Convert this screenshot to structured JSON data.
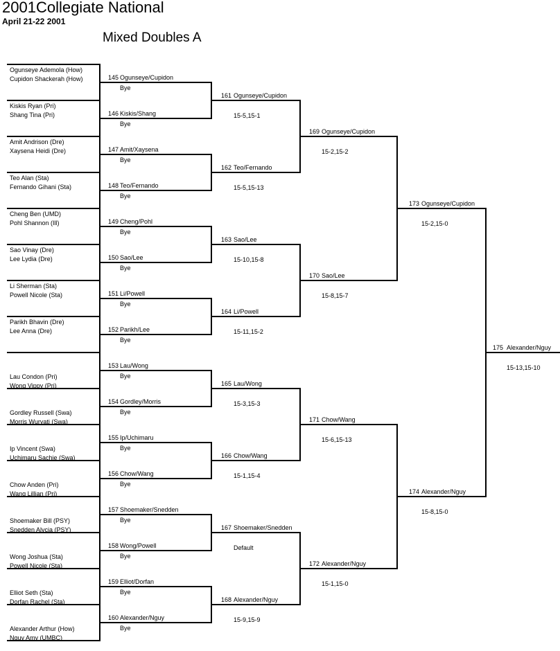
{
  "header": {
    "title": "2001Collegiate National",
    "date": "April 21-22 2001",
    "event": "Mixed Doubles A"
  },
  "entries": [
    [
      "Ogunseye Ademola (How)",
      "Cupidon Shackerah (How)"
    ],
    [
      "Kiskis Ryan (Pri)",
      "Shang Tina (Pri)"
    ],
    [
      "Amit Andrison  (Dre)",
      "Xaysena Heidi  (Dre)"
    ],
    [
      "Teo Alan (Sta)",
      "Fernando Gihani (Sta)"
    ],
    [
      "Cheng Ben (UMD)",
      "Pohl Shannon (Ill)"
    ],
    [
      "Sao Vinay (Dre)",
      "Lee Lydia (Dre)"
    ],
    [
      "Li Sherman (Sta)",
      "Powell Nicole (Sta)"
    ],
    [
      "Parikh Bhavin (Dre)",
      "Lee Anna (Dre)"
    ],
    [
      "Lau Condon (Pri)",
      "Wong Vippy (Pri)"
    ],
    [
      "Gordley Russell (Swa)",
      "Morris Wuryati (Swa)"
    ],
    [
      "Ip Vincent (Swa)",
      "Uchimaru Sachie (Swa)"
    ],
    [
      "Chow Anden (Pri)",
      "Wang Lillian (Pri)"
    ],
    [
      "Shoemaker Bill (PSY)",
      "Snedden Alycia (PSY)"
    ],
    [
      "Wong Joshua (Sta)",
      "Powell Nicole (Sta)"
    ],
    [
      "Elliot Seth (Sta)",
      "Dorfan Rachel (Sta)"
    ],
    [
      "Alexander Arthur (How)",
      "Nguy Amy (UMBC)"
    ]
  ],
  "rounds": [
    [
      {
        "num": "145",
        "team": "Ogunseye/Cupidon",
        "result": "Bye"
      },
      {
        "num": "146",
        "team": "Kiskis/Shang",
        "result": "Bye"
      },
      {
        "num": "147",
        "team": "Amit/Xaysena",
        "result": "Bye"
      },
      {
        "num": "148",
        "team": "Teo/Fernando",
        "result": "Bye"
      },
      {
        "num": "149",
        "team": "Cheng/Pohl",
        "result": "Bye"
      },
      {
        "num": "150",
        "team": "Sao/Lee",
        "result": "Bye"
      },
      {
        "num": "151",
        "team": "Li/Powell",
        "result": "Bye"
      },
      {
        "num": "152",
        "team": "Parikh/Lee",
        "result": "Bye"
      },
      {
        "num": "153",
        "team": "Lau/Wong",
        "result": "Bye"
      },
      {
        "num": "154",
        "team": "Gordley/Morris",
        "result": "Bye"
      },
      {
        "num": "155",
        "team": "Ip/Uchimaru",
        "result": "Bye"
      },
      {
        "num": "156",
        "team": "Chow/Wang",
        "result": "Bye"
      },
      {
        "num": "157",
        "team": "Shoemaker/Snedden",
        "result": "Bye"
      },
      {
        "num": "158",
        "team": "Wong/Powell",
        "result": "Bye"
      },
      {
        "num": "159",
        "team": "Elliot/Dorfan",
        "result": "Bye"
      },
      {
        "num": "160",
        "team": "Alexander/Nguy",
        "result": "Bye"
      }
    ],
    [
      {
        "num": "161",
        "team": "Ogunseye/Cupidon",
        "result": "15-5,15-1"
      },
      {
        "num": "162",
        "team": "Teo/Fernando",
        "result": "15-5,15-13"
      },
      {
        "num": "163",
        "team": "Sao/Lee",
        "result": "15-10,15-8"
      },
      {
        "num": "164",
        "team": "Li/Powell",
        "result": "15-11,15-2"
      },
      {
        "num": "165",
        "team": "Lau/Wong",
        "result": "15-3,15-3"
      },
      {
        "num": "166",
        "team": "Chow/Wang",
        "result": "15-1,15-4"
      },
      {
        "num": "167",
        "team": "Shoemaker/Snedden",
        "result": "Default"
      },
      {
        "num": "168",
        "team": "Alexander/Nguy",
        "result": "15-9,15-9"
      }
    ],
    [
      {
        "num": "169",
        "team": "Ogunseye/Cupidon",
        "result": "15-2,15-2"
      },
      {
        "num": "170",
        "team": "Sao/Lee",
        "result": "15-8,15-7"
      },
      {
        "num": "171",
        "team": "Chow/Wang",
        "result": "15-6,15-13"
      },
      {
        "num": "172",
        "team": "Alexander/Nguy",
        "result": "15-1,15-0"
      }
    ],
    [
      {
        "num": "173",
        "team": "Ogunseye/Cupidon",
        "result": "15-2,15-0"
      },
      {
        "num": "174",
        "team": "Alexander/Nguy",
        "result": "15-8,15-0"
      }
    ],
    [
      {
        "num": "175",
        "team": "Alexander/Nguy",
        "result": "15-13,15-10"
      }
    ]
  ]
}
